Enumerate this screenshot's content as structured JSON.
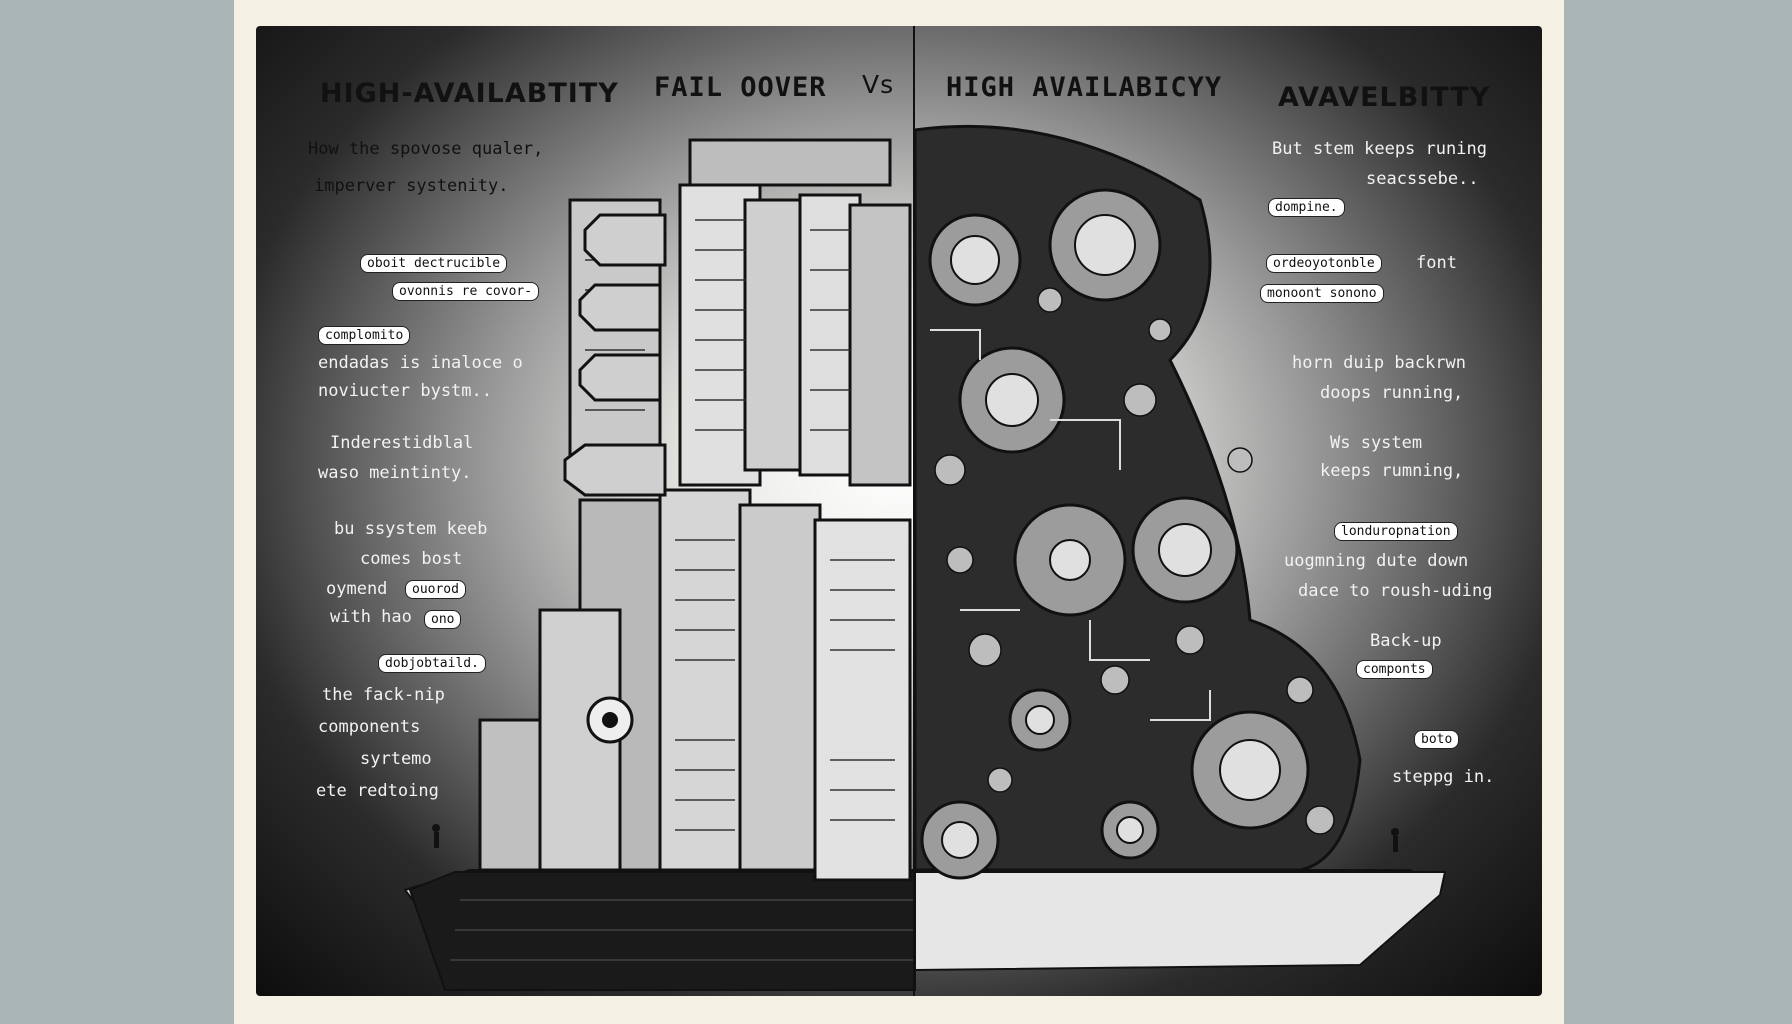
{
  "titles": {
    "left_main": "HIGH-AVAILABTITY",
    "left_sub": "FAIL OOVER",
    "vs": "Vs",
    "right_main": "HIGH AVAILABICYY",
    "right_sub": "AVAVELBITTY"
  },
  "left_captions": [
    {
      "text": "How the spovose qualer,"
    },
    {
      "text": "imperver systenity."
    },
    {
      "text": "oboit dectrucible"
    },
    {
      "text": "ovonnis re covor-"
    },
    {
      "text": "complomito"
    },
    {
      "text": "endadas is inaloce o"
    },
    {
      "text": "noviucter bystm.."
    },
    {
      "text": "Inderestidblal"
    },
    {
      "text": "waso meintinty."
    },
    {
      "text": "bu ssystem   keeb"
    },
    {
      "text": "comes bost"
    },
    {
      "text": "oymend"
    },
    {
      "text": "ouorod"
    },
    {
      "text": "with hao"
    },
    {
      "text": "ono"
    },
    {
      "text": "dobjobtaild."
    },
    {
      "text": "the fack-nip"
    },
    {
      "text": "components"
    },
    {
      "text": "syrtemo"
    },
    {
      "text": "ete redtoing"
    }
  ],
  "right_captions": [
    {
      "text": "But stem keeps runing"
    },
    {
      "text": "seacssebe.."
    },
    {
      "text": "dompine."
    },
    {
      "text": "ordeoyotonble"
    },
    {
      "text": "font"
    },
    {
      "text": "monoont sonono"
    },
    {
      "text": "horn duip backrwn"
    },
    {
      "text": "doops running,"
    },
    {
      "text": "Ws system"
    },
    {
      "text": "keeps rumning,"
    },
    {
      "text": "londuropnation"
    },
    {
      "text": "uogmning dute down"
    },
    {
      "text": "dace  to roush-uding"
    },
    {
      "text": "Back-up"
    },
    {
      "text": "componts"
    },
    {
      "text": "boto"
    },
    {
      "text": "steppg in."
    }
  ]
}
